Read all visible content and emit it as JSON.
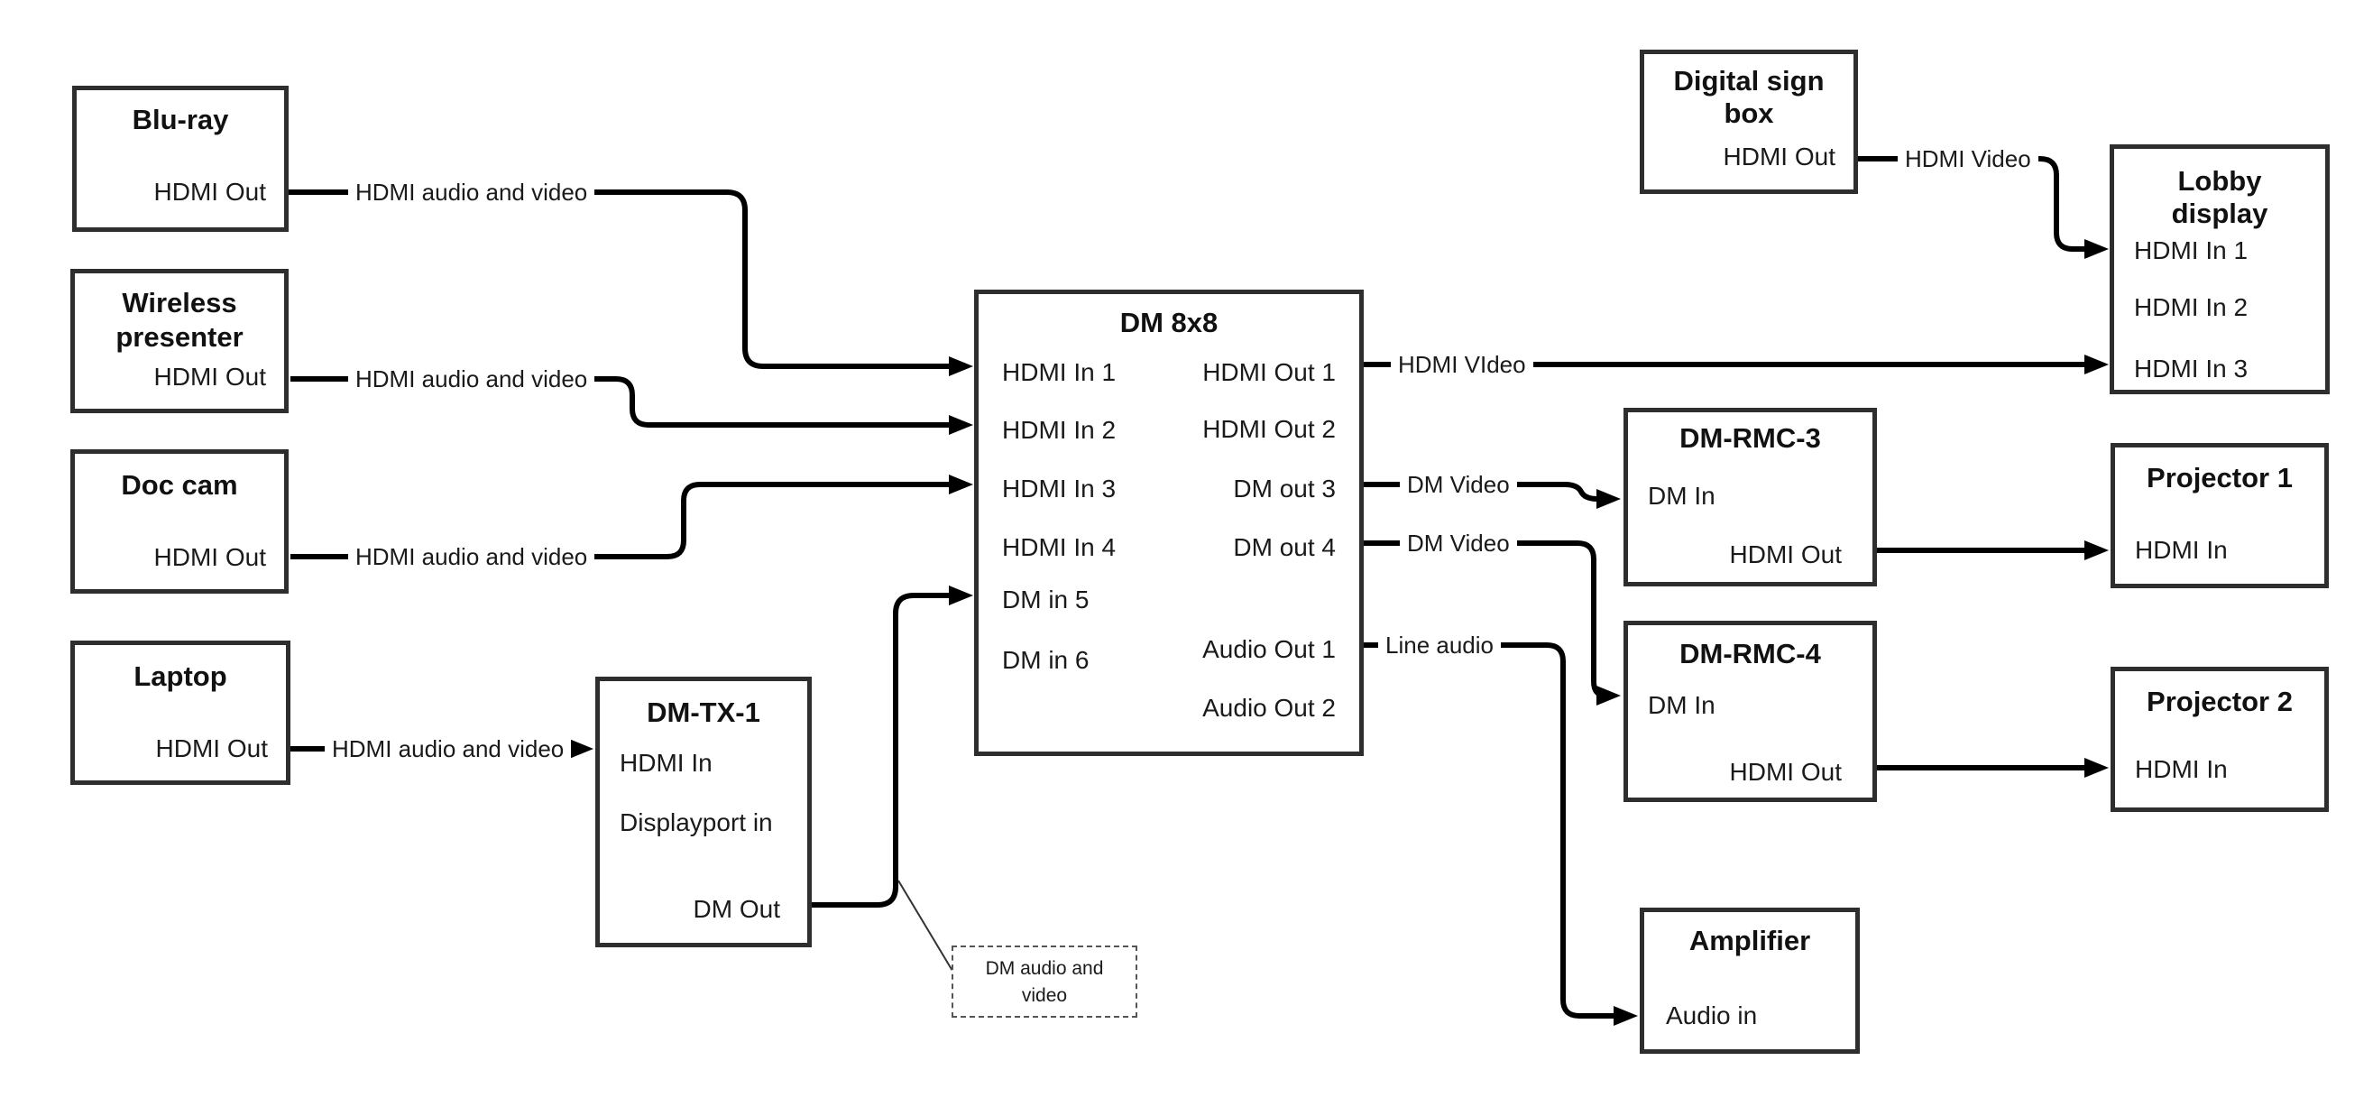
{
  "diagram": {
    "background": "#ffffff",
    "line_color": "#000000",
    "box_border_color": "#2e2e2e"
  },
  "nodes": {
    "bluray": {
      "title": "Blu-ray",
      "port_hdmi_out": "HDMI Out"
    },
    "wireless_presenter": {
      "title_line1": "Wireless",
      "title_line2": "presenter",
      "port_hdmi_out": "HDMI Out"
    },
    "doc_cam": {
      "title": "Doc cam",
      "port_hdmi_out": "HDMI Out"
    },
    "laptop": {
      "title": "Laptop",
      "port_hdmi_out": "HDMI Out"
    },
    "dm_tx_1": {
      "title": "DM-TX-1",
      "port_hdmi_in": "HDMI In",
      "port_displayport_in": "Displayport in",
      "port_dm_out": "DM Out"
    },
    "dm_8x8": {
      "title": "DM 8x8",
      "inputs": [
        "HDMI In 1",
        "HDMI In 2",
        "HDMI In 3",
        "HDMI In 4",
        "DM in 5",
        "DM in 6"
      ],
      "outputs": [
        "HDMI Out 1",
        "HDMI Out 2",
        "DM out 3",
        "DM out 4",
        "Audio Out 1",
        "Audio Out 2"
      ]
    },
    "digital_sign_box": {
      "title_line1": "Digital sign",
      "title_line2": "box",
      "port_hdmi_out": "HDMI Out"
    },
    "lobby_display": {
      "title_line1": "Lobby",
      "title_line2": "display",
      "inputs": [
        "HDMI In 1",
        "HDMI In 2",
        "HDMI In 3"
      ]
    },
    "dm_rmc_3": {
      "title": "DM-RMC-3",
      "port_dm_in": "DM In",
      "port_hdmi_out": "HDMI Out"
    },
    "dm_rmc_4": {
      "title": "DM-RMC-4",
      "port_dm_in": "DM In",
      "port_hdmi_out": "HDMI Out"
    },
    "projector_1": {
      "title": "Projector 1",
      "port_hdmi_in": "HDMI In"
    },
    "projector_2": {
      "title": "Projector 2",
      "port_hdmi_in": "HDMI In"
    },
    "amplifier": {
      "title": "Amplifier",
      "port_audio_in": "Audio in"
    }
  },
  "connection_labels": {
    "bluray_to_dm8x8": "HDMI audio and video",
    "wireless_to_dm8x8": "HDMI audio and video",
    "doccam_to_dm8x8": "HDMI audio and video",
    "laptop_to_dmtx1": "HDMI audio and video",
    "digital_sign_to_lobby": "HDMI Video",
    "dm8x8_to_lobby": "HDMI VIdeo",
    "dm8x8_to_rmc3": "DM Video",
    "dm8x8_to_rmc4": "DM Video",
    "dm8x8_to_amplifier": "Line audio"
  },
  "callout": {
    "line1": "DM audio and",
    "line2": "video"
  }
}
